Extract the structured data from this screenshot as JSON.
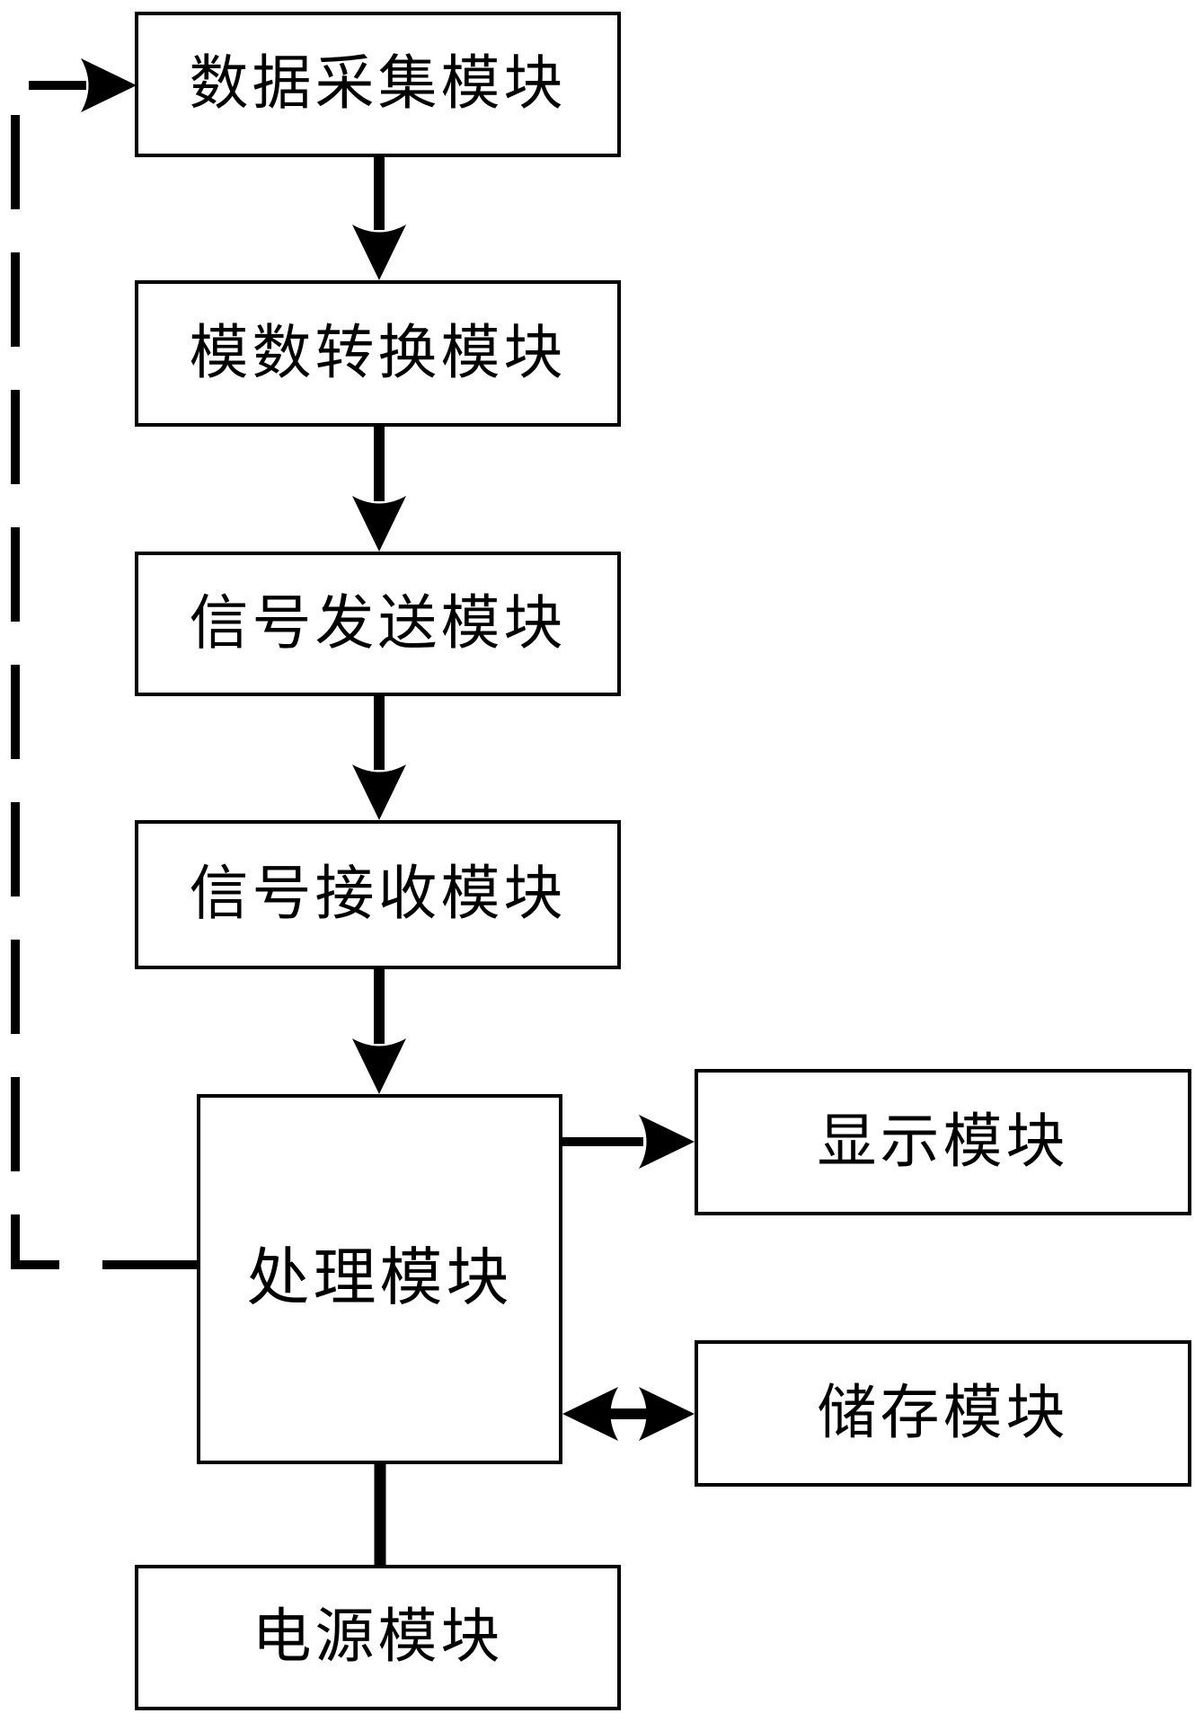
{
  "diagram": {
    "background_color": "#ffffff",
    "stroke_color": "#000000",
    "boxes": [
      {
        "id": "data-collection",
        "label": "数据采集模块"
      },
      {
        "id": "ad-conversion",
        "label": "模数转换模块"
      },
      {
        "id": "signal-send",
        "label": "信号发送模块"
      },
      {
        "id": "signal-receive",
        "label": "信号接收模块"
      },
      {
        "id": "processing",
        "label": "处理模块"
      },
      {
        "id": "display",
        "label": "显示模块"
      },
      {
        "id": "storage",
        "label": "储存模块"
      },
      {
        "id": "power",
        "label": "电源模块"
      }
    ],
    "connections": [
      {
        "from": "数据采集模块",
        "to": "模数转换模块",
        "style": "solid",
        "arrow": "forward"
      },
      {
        "from": "模数转换模块",
        "to": "信号发送模块",
        "style": "solid",
        "arrow": "forward"
      },
      {
        "from": "信号发送模块",
        "to": "信号接收模块",
        "style": "solid",
        "arrow": "forward"
      },
      {
        "from": "信号接收模块",
        "to": "处理模块",
        "style": "solid",
        "arrow": "forward"
      },
      {
        "from": "处理模块",
        "to": "显示模块",
        "style": "solid",
        "arrow": "forward"
      },
      {
        "from": "处理模块",
        "to": "储存模块",
        "style": "solid",
        "arrow": "both"
      },
      {
        "from": "处理模块",
        "to": "电源模块",
        "style": "solid",
        "arrow": "none"
      },
      {
        "from": "处理模块",
        "to": "数据采集模块",
        "style": "dashed",
        "arrow": "forward"
      }
    ]
  }
}
